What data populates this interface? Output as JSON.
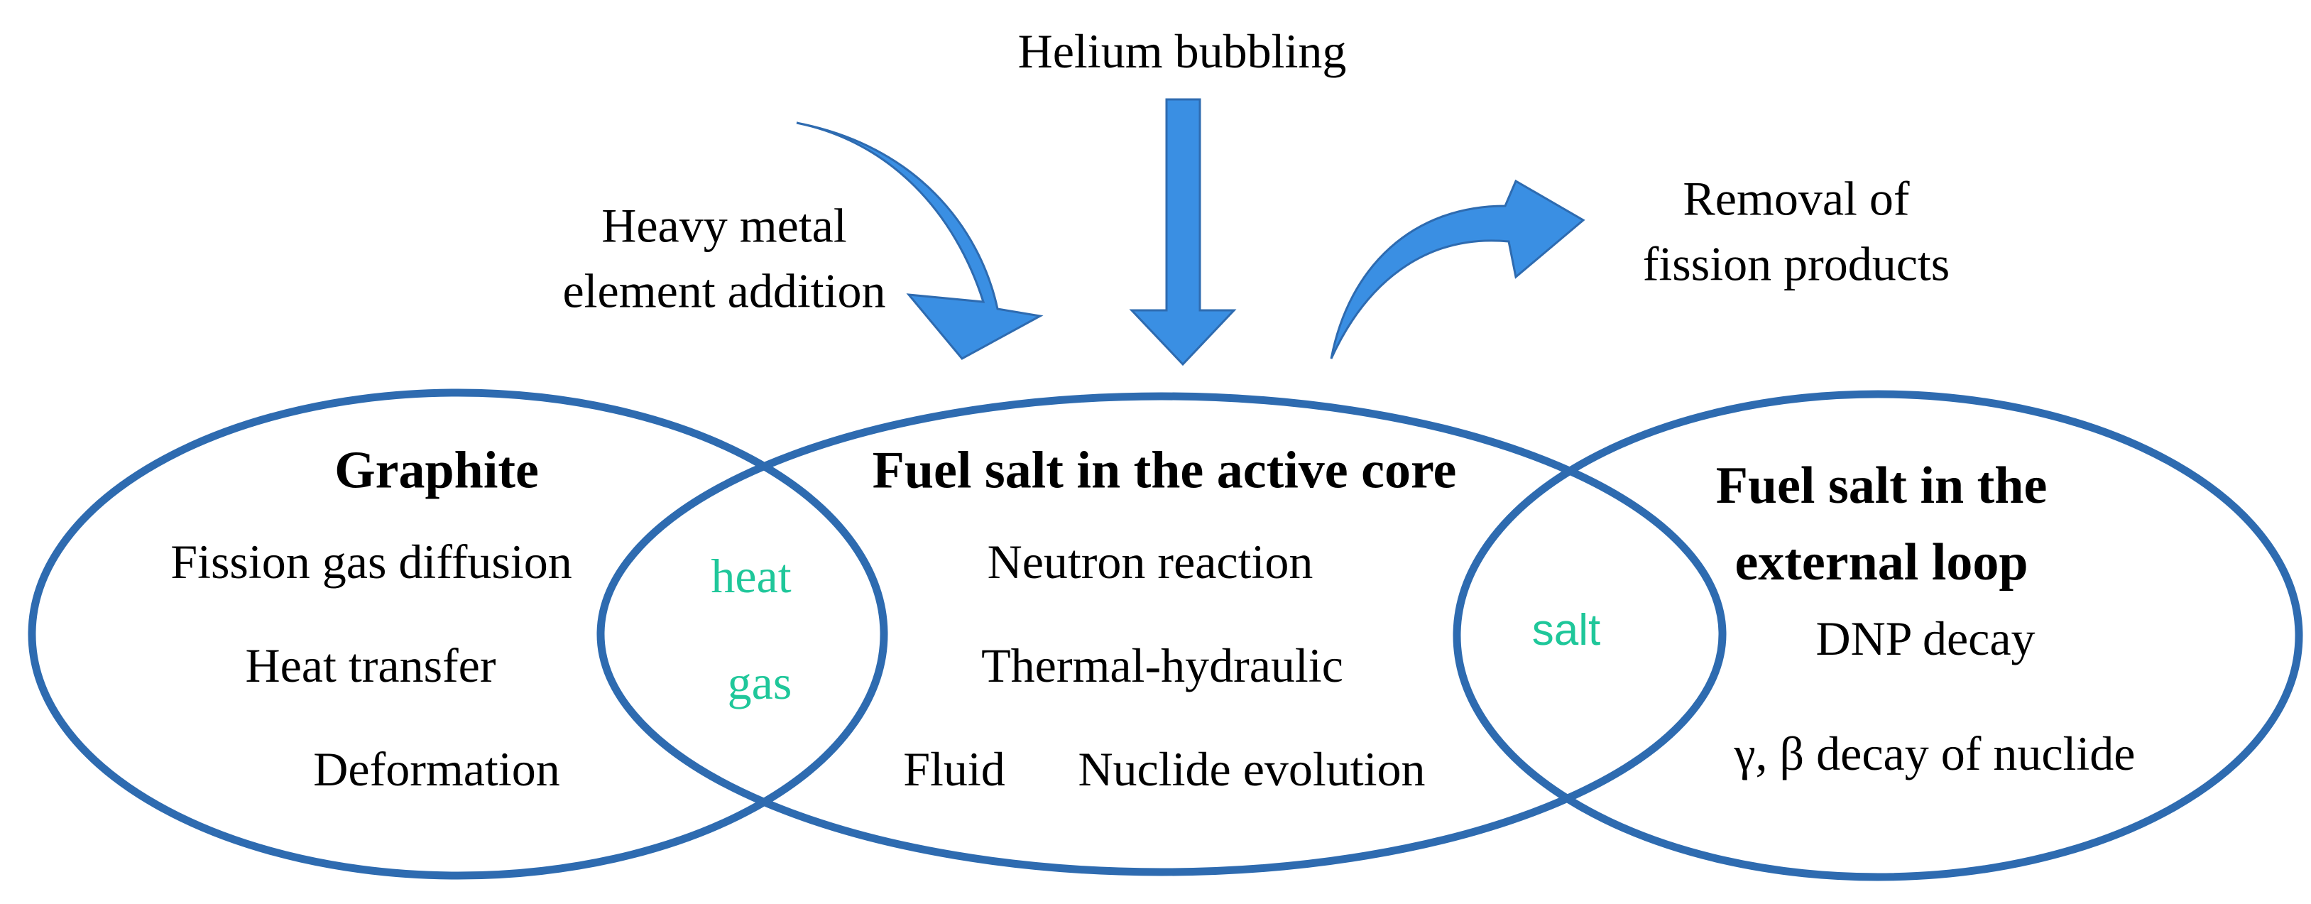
{
  "colors": {
    "outline": "#2E6BB0",
    "arrow": "#3A8FE3",
    "arrow_stroke": "#2E6BB0",
    "overlap_text": "#1FC79A",
    "text": "#000000"
  },
  "inputs": {
    "heavy_metal": "Heavy metal\nelement addition",
    "helium": "Helium bubbling",
    "removal": "Removal of\nfission products"
  },
  "graphite": {
    "title": "Graphite",
    "items": [
      "Fission gas diffusion",
      "Heat transfer",
      "Deformation"
    ]
  },
  "core": {
    "title": "Fuel salt in the active core",
    "items": [
      "Neutron reaction",
      "Thermal-hydraulic",
      "Fluid",
      "Nuclide evolution"
    ]
  },
  "external": {
    "title": "Fuel salt in the\nexternal loop",
    "items": [
      "DNP decay",
      "γ, β decay of nuclide"
    ]
  },
  "overlap": {
    "graphite_core": [
      "heat",
      "gas"
    ],
    "core_external": [
      "salt"
    ]
  }
}
